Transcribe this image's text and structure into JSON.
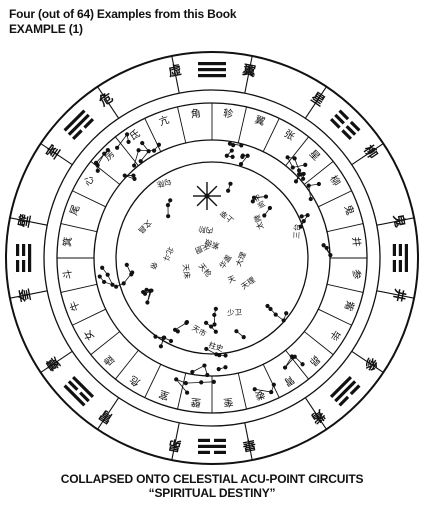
{
  "header": {
    "title": "Four (out of 64) Examples from this Book",
    "subtitle": "EXAMPLE (1)"
  },
  "caption": {
    "line1": "COLLAPSED ONTO CELESTIAL ACU-POINT CIRCUITS",
    "line2": "“SPIRITUAL DESTINY”"
  },
  "diagram": {
    "outer_ring_characters": [
      "翼",
      "星",
      "柳",
      "鬼",
      "井",
      "参",
      "觜",
      "畢",
      "昴",
      "胃",
      "婁",
      "奎",
      "壁",
      "室",
      "危",
      "虛",
      "女",
      "牛",
      "斗",
      "箕",
      "尾",
      "心",
      "房",
      "氐",
      "亢",
      "角"
    ],
    "inner_ring_characters": [
      "轸",
      "翼",
      "张",
      "星",
      "柳",
      "鬼",
      "井",
      "参",
      "觜",
      "毕",
      "昴",
      "胃",
      "娄",
      "奎",
      "壁",
      "室",
      "危",
      "虚",
      "女",
      "牛",
      "斗",
      "箕",
      "尾",
      "心",
      "房",
      "氐",
      "亢",
      "角"
    ],
    "center_labels": [
      "紫微",
      "天",
      "北斗",
      "太微",
      "天市",
      "勾陈",
      "华盖",
      "天床",
      "上宰",
      "少卫",
      "文昌",
      "三台",
      "天枪",
      "内阶",
      "天理",
      "帝",
      "尚书",
      "柱史",
      "天厨",
      "大理"
    ],
    "trigram_count": 8,
    "line_color": "#111111",
    "background_color": "#ffffff"
  }
}
